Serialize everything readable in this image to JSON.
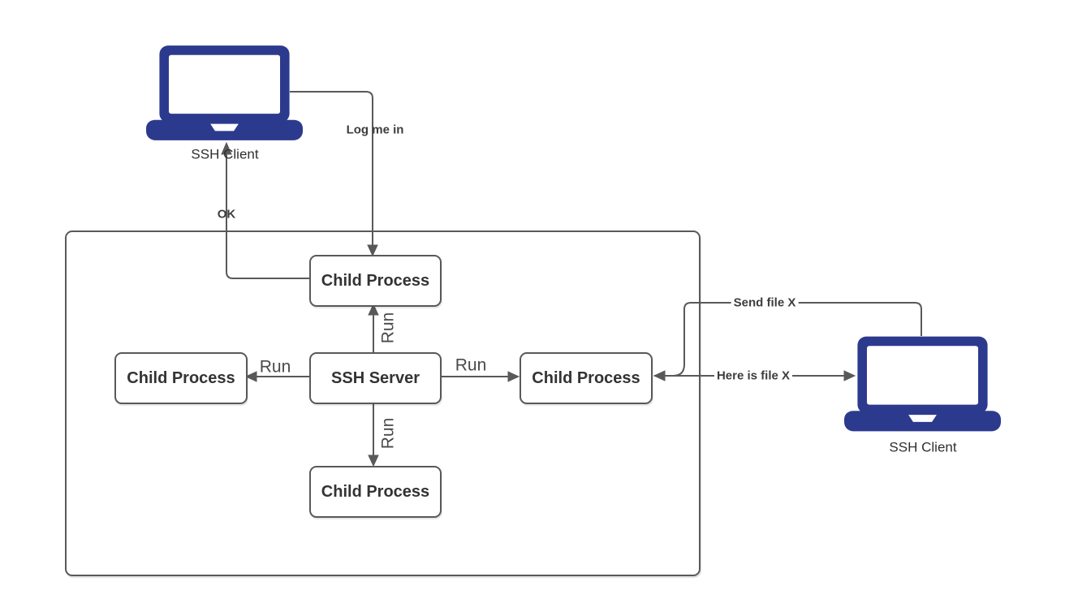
{
  "nodes": {
    "ssh_server": {
      "label": "SSH Server"
    },
    "child_top": {
      "label": "Child Process"
    },
    "child_left": {
      "label": "Child Process"
    },
    "child_right": {
      "label": "Child Process"
    },
    "child_bottom": {
      "label": "Child Process"
    }
  },
  "clients": {
    "left": {
      "label": "SSH Client"
    },
    "right": {
      "label": "SSH Client"
    }
  },
  "edges": {
    "log_me_in": {
      "label": "Log me in"
    },
    "ok": {
      "label": "OK"
    },
    "run_top": {
      "label": "Run"
    },
    "run_bottom": {
      "label": "Run"
    },
    "run_left": {
      "label": "Run"
    },
    "run_right": {
      "label": "Run"
    },
    "send_file": {
      "label": "Send file X"
    },
    "here_is_file": {
      "label": "Here is file X"
    }
  },
  "colors": {
    "laptop": "#2c3a8e",
    "line": "#595959",
    "box_border": "#595959",
    "text": "#333333",
    "label": "#3d3d3d"
  }
}
